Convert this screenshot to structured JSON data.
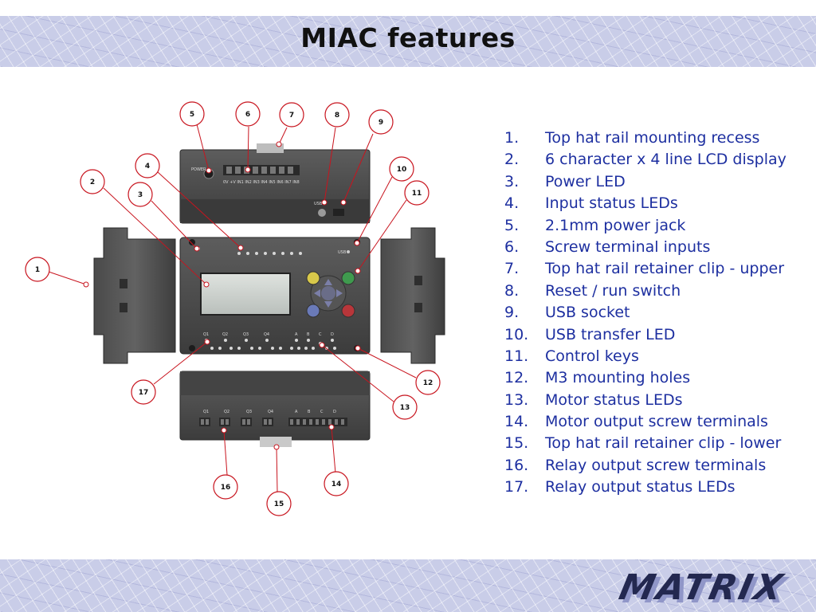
{
  "slide": {
    "title": "MIAC features",
    "logo_text": "MATRIX"
  },
  "device": {
    "top_module": {
      "power_label": "POWER",
      "terminal_label": "0V  +V  IN1 IN2 IN3 IN4 IN5 IN6 IN7 IN8",
      "usb_label": "USB"
    },
    "front": {
      "usb_label": "USB",
      "relay_labels": [
        "Q1",
        "Q2",
        "Q3",
        "Q4"
      ],
      "motor_labels": [
        "A",
        "B",
        "C",
        "D"
      ]
    },
    "bottom_module": {
      "relay_labels": [
        "Q1",
        "Q2",
        "Q3",
        "Q4"
      ],
      "motor_labels": [
        "A",
        "B",
        "C",
        "D"
      ]
    }
  },
  "callouts": [
    "1",
    "2",
    "3",
    "4",
    "5",
    "6",
    "7",
    "8",
    "9",
    "10",
    "11",
    "12",
    "13",
    "14",
    "15",
    "16",
    "17"
  ],
  "features": [
    {
      "num": "1.",
      "text": "Top hat rail mounting recess"
    },
    {
      "num": "2.",
      "text": "6 character x 4 line LCD display"
    },
    {
      "num": "3.",
      "text": "Power LED"
    },
    {
      "num": "4.",
      "text": "Input status LEDs"
    },
    {
      "num": "5.",
      "text": "2.1mm power jack"
    },
    {
      "num": "6.",
      "text": "Screw terminal inputs"
    },
    {
      "num": "7.",
      "text": "Top hat rail retainer clip - upper"
    },
    {
      "num": "8.",
      "text": "Reset / run switch"
    },
    {
      "num": "9.",
      "text": "USB socket"
    },
    {
      "num": "10.",
      "text": "USB transfer LED"
    },
    {
      "num": "11.",
      "text": "Control keys"
    },
    {
      "num": "12.",
      "text": "M3 mounting holes"
    },
    {
      "num": "13.",
      "text": "Motor status LEDs"
    },
    {
      "num": "14.",
      "text": "Motor output screw terminals"
    },
    {
      "num": "15.",
      "text": "Top hat rail retainer clip - lower"
    },
    {
      "num": "16.",
      "text": "Relay output screw terminals"
    },
    {
      "num": "17.",
      "text": "Relay output status LEDs"
    }
  ],
  "colors": {
    "list_text": "#1d2fa0",
    "callout_line": "#c8141e",
    "device_body": "#4e4e4e",
    "band": "#c9cde8"
  }
}
